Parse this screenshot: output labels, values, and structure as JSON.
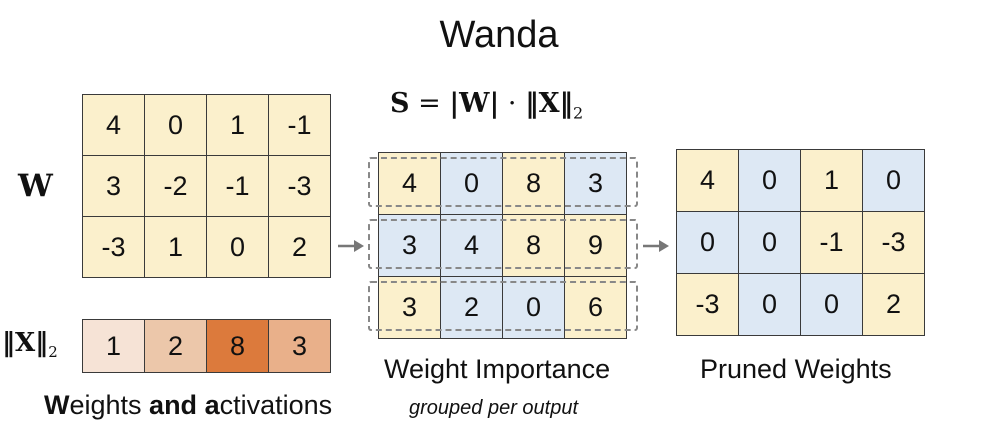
{
  "title": "Wanda",
  "formula": {
    "lhs": "S",
    "eq": "=",
    "abs_w": "|W|",
    "dot": "·",
    "norm": "‖X‖",
    "sub": "2"
  },
  "weights": {
    "label": "W",
    "rows": [
      [
        4,
        0,
        1,
        -1
      ],
      [
        3,
        -2,
        -1,
        -3
      ],
      [
        -3,
        1,
        0,
        2
      ]
    ]
  },
  "activations": {
    "label_norm": "‖X‖",
    "label_sub": "2",
    "values": [
      1,
      2,
      8,
      3
    ],
    "colors": [
      "#f6e3d6",
      "#ecc7aa",
      "#dc7a3c",
      "#e9b08a"
    ]
  },
  "importance": {
    "rows": [
      [
        4,
        0,
        8,
        3
      ],
      [
        3,
        4,
        8,
        9
      ],
      [
        3,
        2,
        0,
        6
      ]
    ],
    "caption": "Weight Importance",
    "subcaption": "grouped per output"
  },
  "pruned": {
    "rows": [
      [
        4,
        0,
        1,
        0
      ],
      [
        0,
        0,
        -1,
        -3
      ],
      [
        -3,
        0,
        0,
        2
      ]
    ],
    "caption": "Pruned Weights"
  },
  "left_caption": {
    "w": "W",
    "rest1": "eights ",
    "and": "and",
    "sp": " ",
    "a": "a",
    "rest2": "ctivations"
  },
  "colors": {
    "kept": "#fbf0cc",
    "pruned": "#dde8f4",
    "border": "#3a3a3a",
    "dash": "#888888",
    "arrow": "#777777"
  },
  "mask": [
    [
      1,
      0,
      1,
      0
    ],
    [
      0,
      0,
      1,
      1
    ],
    [
      1,
      0,
      0,
      1
    ]
  ]
}
